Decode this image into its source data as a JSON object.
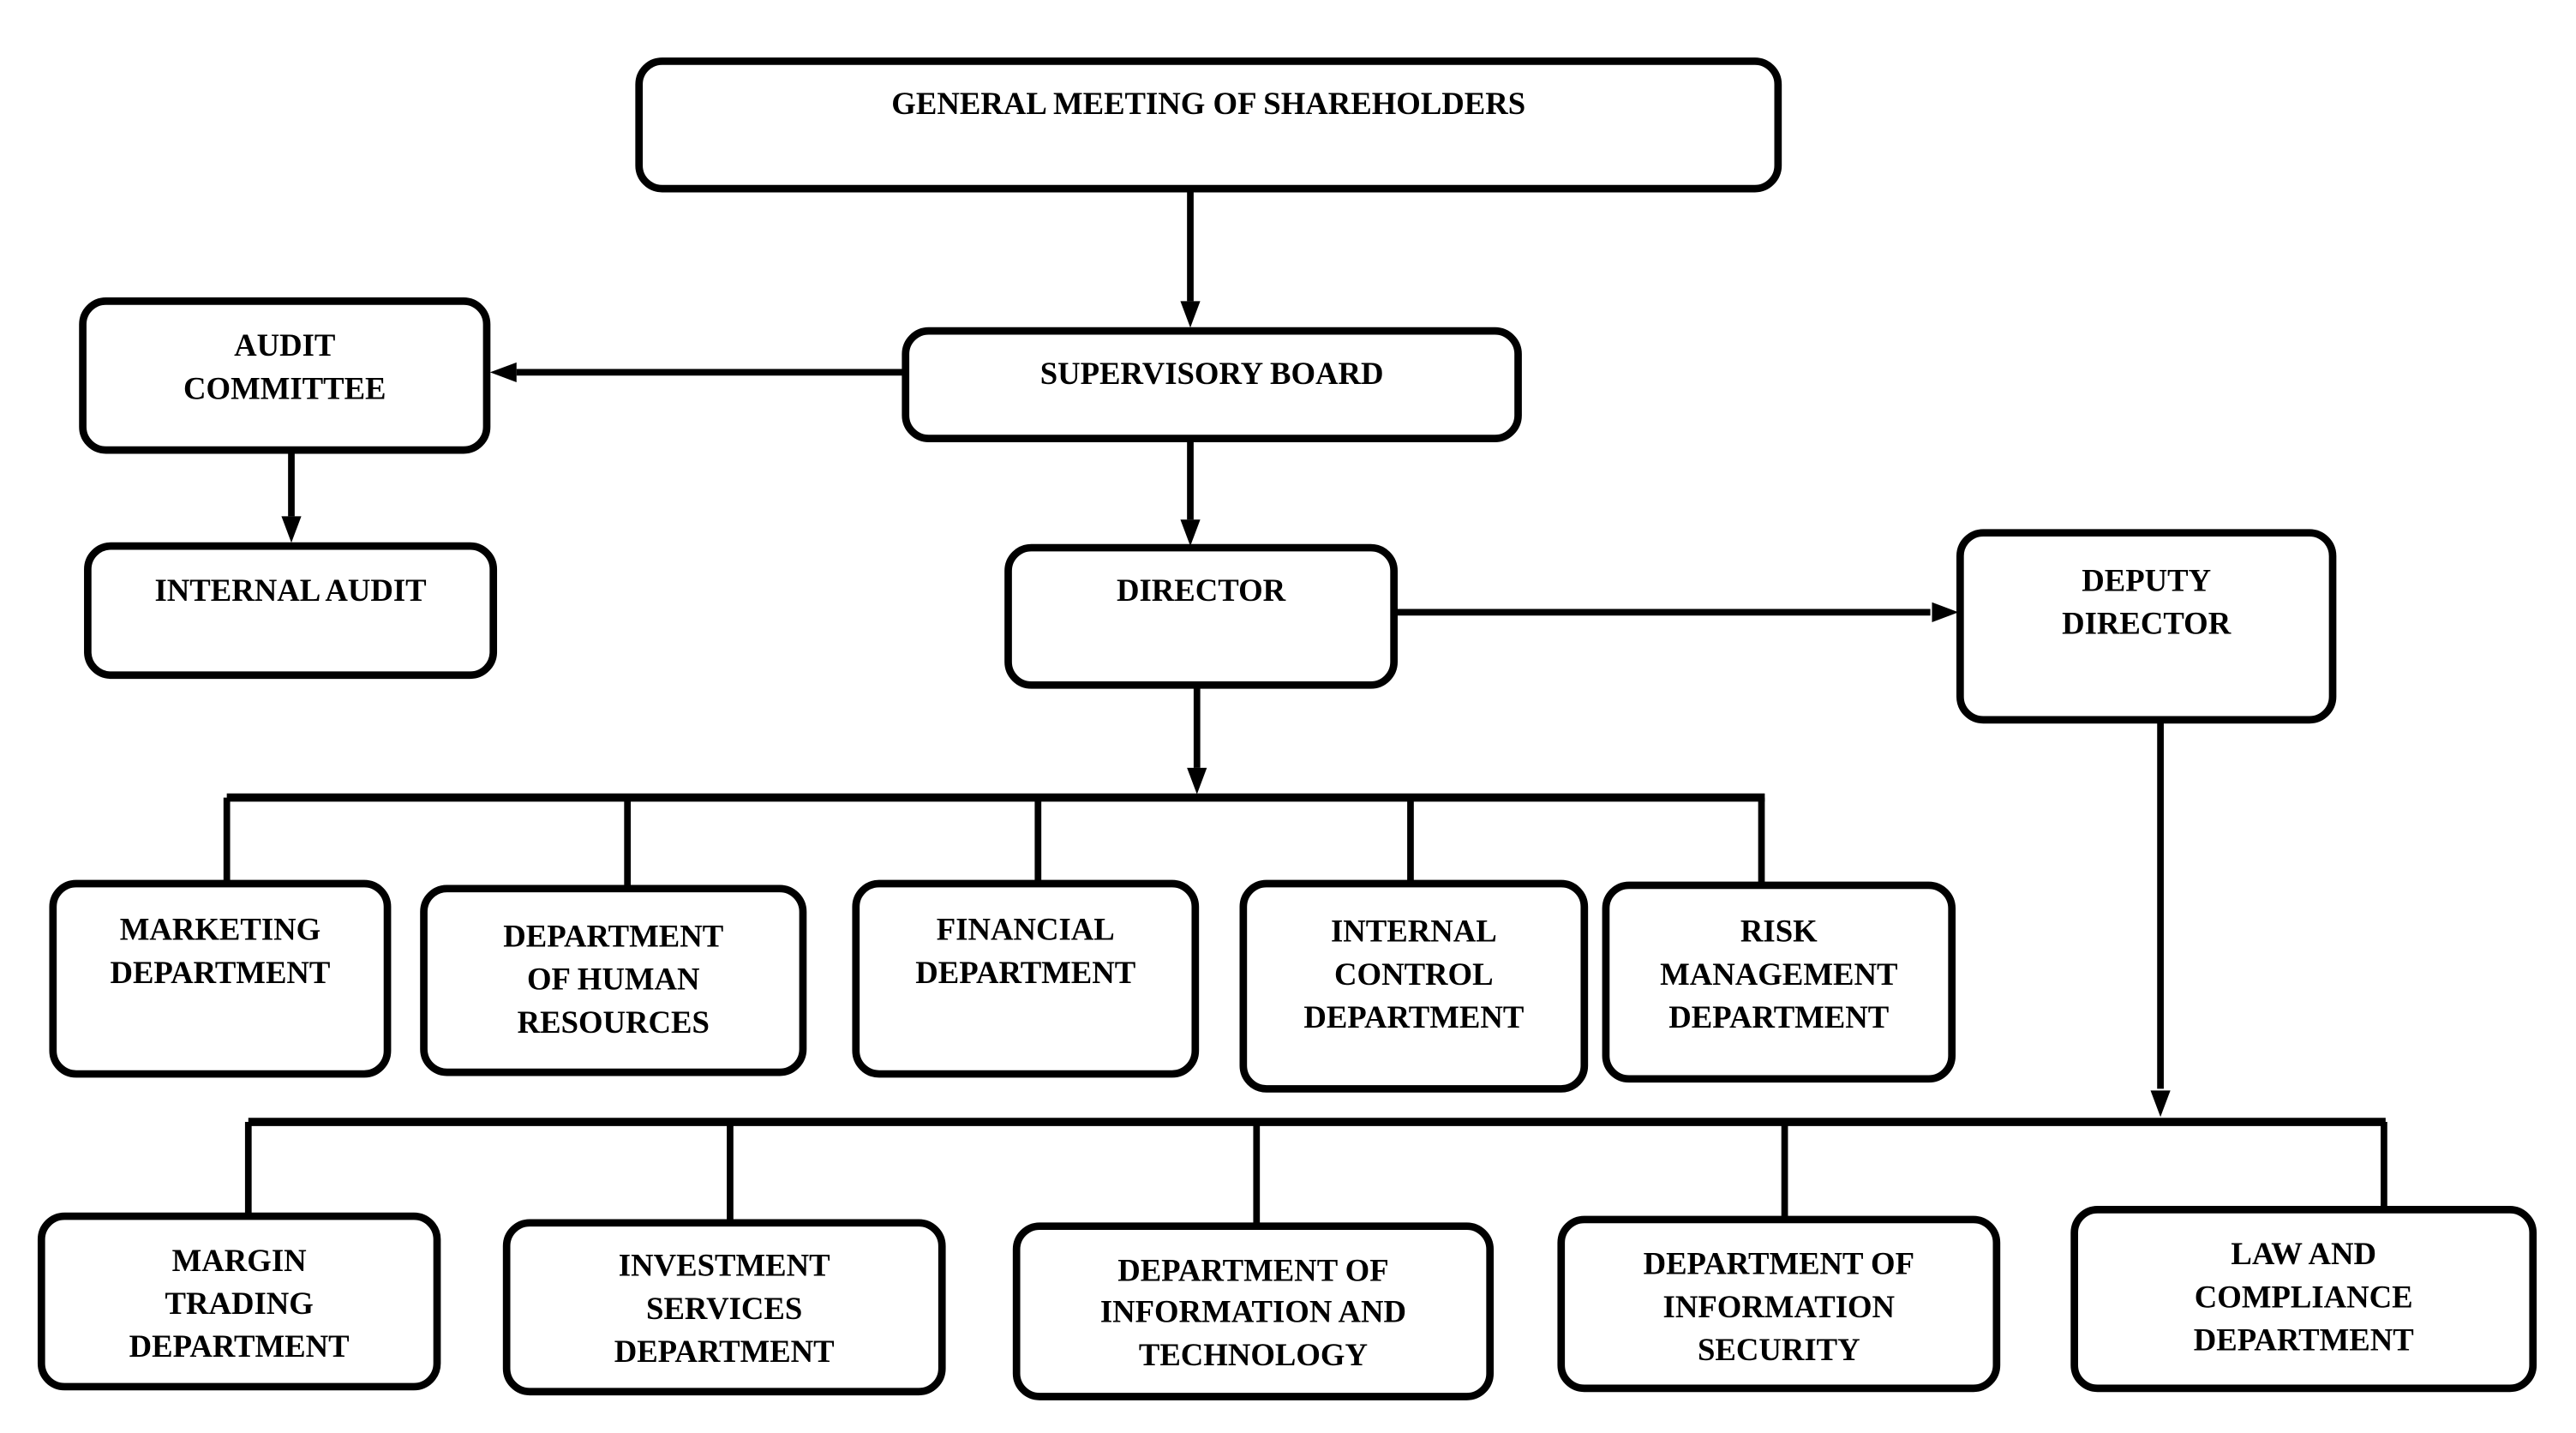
{
  "diagram": {
    "type": "organizational-chart",
    "nodes": [
      {
        "id": "gms",
        "lines": [
          "GENERAL MEETING OF SHAREHOLDERS"
        ]
      },
      {
        "id": "board",
        "lines": [
          "SUPERVISORY BOARD"
        ]
      },
      {
        "id": "audit_committee",
        "lines": [
          "AUDIT",
          "COMMITTEE"
        ]
      },
      {
        "id": "internal_audit",
        "lines": [
          "INTERNAL AUDIT"
        ]
      },
      {
        "id": "director",
        "lines": [
          "DIRECTOR"
        ]
      },
      {
        "id": "deputy",
        "lines": [
          "DEPUTY",
          "DIRECTOR"
        ]
      },
      {
        "id": "marketing",
        "lines": [
          "MARKETING",
          "DEPARTMENT"
        ]
      },
      {
        "id": "hr",
        "lines": [
          "DEPARTMENT",
          "OF HUMAN",
          "RESOURCES"
        ]
      },
      {
        "id": "financial",
        "lines": [
          "FINANCIAL",
          "DEPARTMENT"
        ]
      },
      {
        "id": "internal_control",
        "lines": [
          "INTERNAL",
          "CONTROL",
          "DEPARTMENT"
        ]
      },
      {
        "id": "risk",
        "lines": [
          "RISK",
          "MANAGEMENT",
          "DEPARTMENT"
        ]
      },
      {
        "id": "margin",
        "lines": [
          "MARGIN",
          "TRADING",
          "DEPARTMENT"
        ]
      },
      {
        "id": "investment",
        "lines": [
          "INVESTMENT",
          "SERVICES",
          "DEPARTMENT"
        ]
      },
      {
        "id": "it",
        "lines": [
          "DEPARTMENT OF",
          "INFORMATION AND",
          "TECHNOLOGY"
        ]
      },
      {
        "id": "infosec",
        "lines": [
          "DEPARTMENT OF",
          "INFORMATION",
          "SECURITY"
        ]
      },
      {
        "id": "law",
        "lines": [
          "LAW AND",
          "COMPLIANCE",
          "DEPARTMENT"
        ]
      }
    ],
    "edges": [
      {
        "from": "gms",
        "to": "board"
      },
      {
        "from": "board",
        "to": "audit_committee"
      },
      {
        "from": "audit_committee",
        "to": "internal_audit"
      },
      {
        "from": "board",
        "to": "director"
      },
      {
        "from": "director",
        "to": "deputy"
      },
      {
        "from": "director",
        "to": [
          "marketing",
          "hr",
          "financial",
          "internal_control",
          "risk"
        ]
      },
      {
        "from": "deputy",
        "to": [
          "margin",
          "investment",
          "it",
          "infosec",
          "law"
        ]
      }
    ]
  }
}
